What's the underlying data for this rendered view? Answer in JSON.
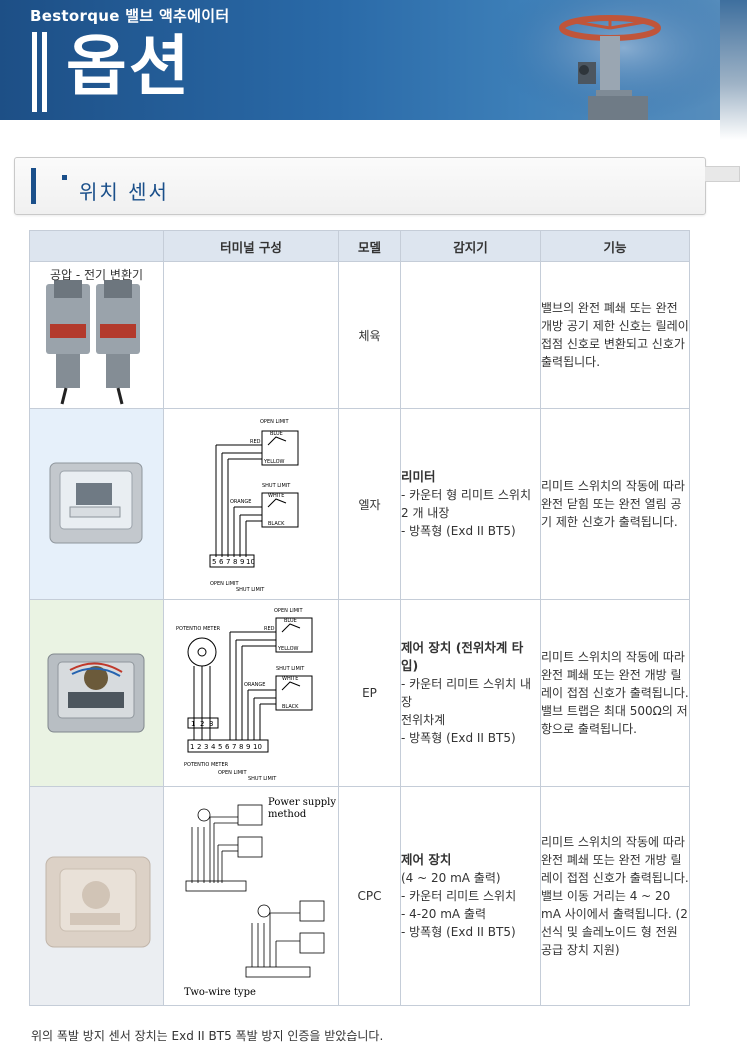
{
  "header": {
    "brand": "Bestorque 밸브 액추에이터",
    "title": "옵션"
  },
  "section": {
    "title": "위치 센서"
  },
  "table": {
    "columns": [
      "",
      "터미널 구성",
      "모델",
      "감지기",
      "기능"
    ],
    "rows": [
      {
        "image_caption": "공압 - 전기 변환기",
        "model": "체육",
        "sensor_title": "",
        "sensor_lines": [],
        "function": "밸브의 완전 폐쇄 또는 완전 개방 공기 제한 신호는 릴레이 접점 신호로 변환되고 신호가 출력됩니다."
      },
      {
        "model": "엘자",
        "sensor_title": "리미터",
        "sensor_lines": [
          "- 카운터 형 리미트 스위치 2 개 내장",
          "- 방폭형 (Exd II BT5)"
        ],
        "function": "리미트 스위치의 작동에 따라 완전 닫힘 또는 완전 열림 공기 제한 신호가 출력됩니다.",
        "diagram": {
          "open_limit": "OPEN LIMIT",
          "shut_limit": "SHUT LIMIT",
          "red": "RED",
          "blue": "BLUE",
          "yellow": "YELLOW",
          "orange": "ORANGE",
          "white": "WHITE",
          "black": "BLACK",
          "terminals": [
            "5",
            "6",
            "7",
            "8",
            "9",
            "10"
          ],
          "open_label": "OPEN LIMIT",
          "shut_label": "SHUT LIMIT"
        }
      },
      {
        "model": "EP",
        "sensor_title": "제어 장치 (전위차계 타입)",
        "sensor_lines": [
          "- 카운터 리미트 스위치 내장",
          "전위차계",
          "- 방폭형 (Exd II BT5)"
        ],
        "function": "리미트 스위치의 작동에 따라 완전 폐쇄 또는 완전 개방 릴레이 접점 신호가 출력됩니다. 밸브 트랩은 최대 500Ω의 저항으로 출력됩니다.",
        "diagram": {
          "potentio": "POTENTIO METER",
          "open_limit": "OPEN LIMIT",
          "shut_limit": "SHUT LIMIT",
          "red": "RED",
          "blue": "BLUE",
          "yellow": "YELLOW",
          "orange": "ORANGE",
          "white": "WHITE",
          "black": "BLACK",
          "terminals_top": [
            "1",
            "2",
            "3"
          ],
          "terminals": [
            "1",
            "2",
            "3",
            "4",
            "5",
            "6",
            "7",
            "8",
            "9",
            "10"
          ],
          "pot_label": "POTENTIO METER",
          "open_label": "OPEN LIMIT",
          "shut_label": "SHUT LIMIT"
        }
      },
      {
        "model": "CPC",
        "sensor_title": "제어 장치",
        "sensor_lines": [
          "(4 ~ 20 mA 출력)",
          "- 카운터 리미트 스위치",
          "- 4-20 mA 출력",
          "- 방폭형 (Exd II BT5)"
        ],
        "function": "리미트 스위치의 작동에 따라 완전 폐쇄 또는 완전 개방 릴레이 접점 신호가 출력됩니다. 밸브 이동 거리는 4 ~ 20 mA 사이에서 출력됩니다. (2 선식 및 솔레노이드 형 전원 공급 장치 지원)",
        "diagram": {
          "power_method": "Power supply method",
          "two_wire": "Two-wire type"
        }
      }
    ]
  },
  "footnote": "위의 폭발 방지 센서 장치는 Exd II BT5 폭발 방지 인증을 받았습니다."
}
